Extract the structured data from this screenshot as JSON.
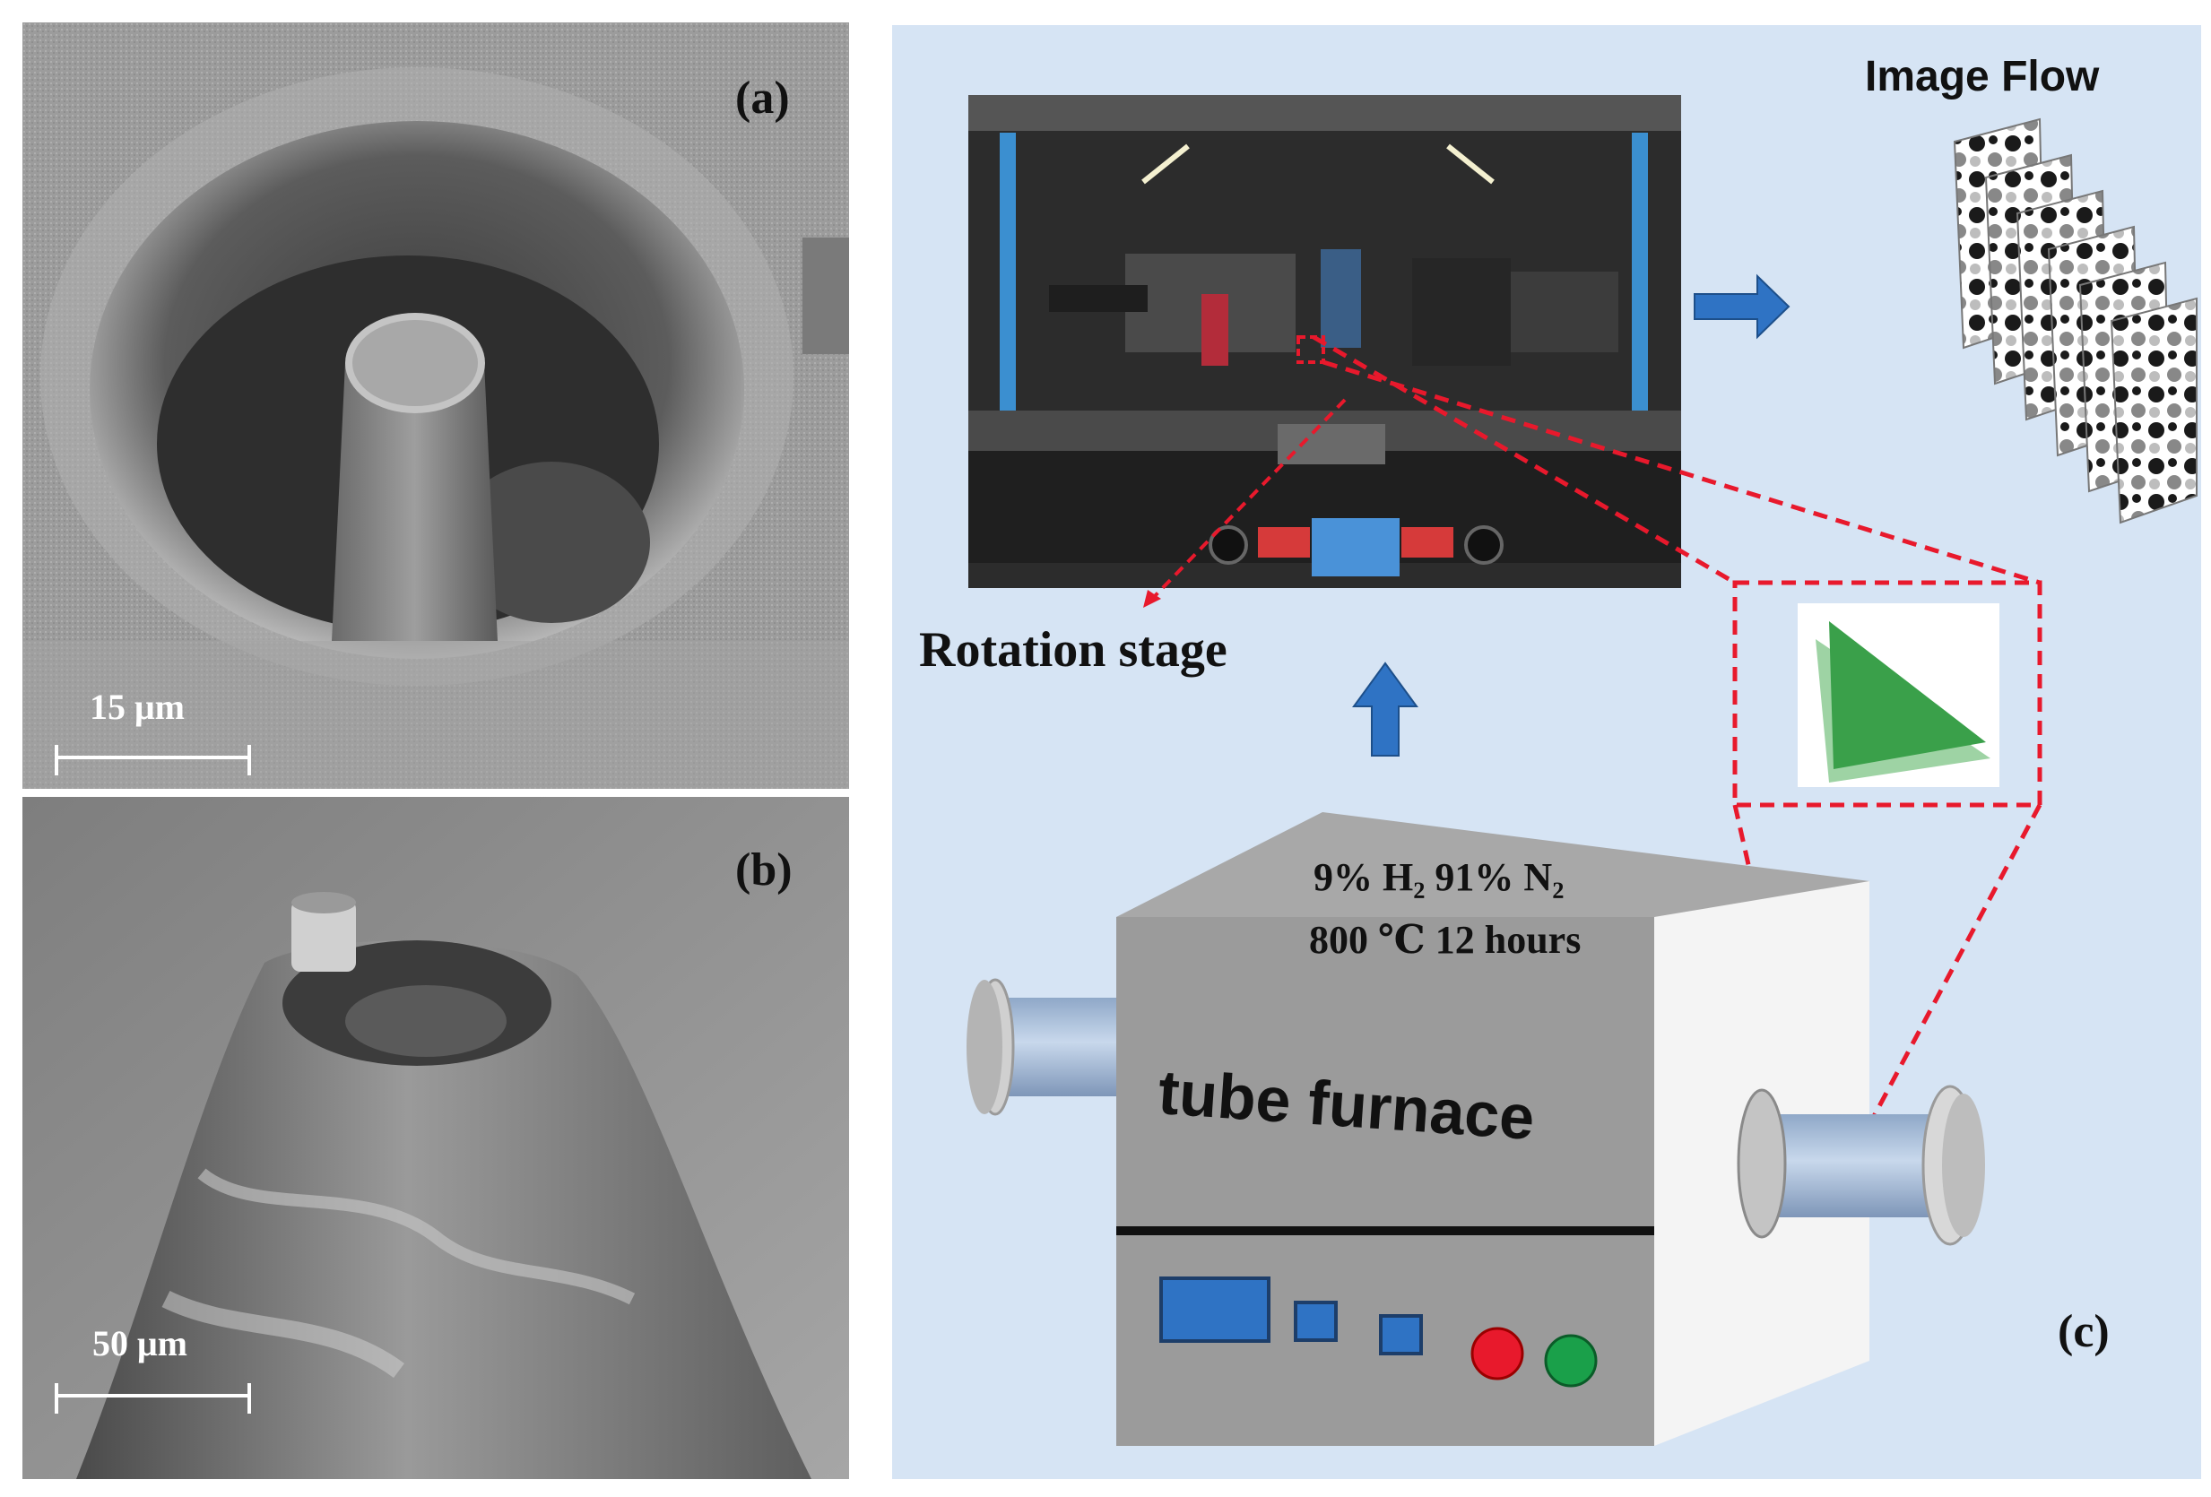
{
  "panel_a": {
    "label": "(a)",
    "scale_bar": "15 μm"
  },
  "panel_b": {
    "label": "(b)",
    "scale_bar": "50 μm"
  },
  "panel_c": {
    "label": "(c)",
    "image_flow_title": "Image Flow",
    "rotation_stage_label": "Rotation stage",
    "gas_line_1": "9% H₂ 91% N₂",
    "gas_line_2": "800 ℃ 12 hours",
    "furnace_label": "tube furnace"
  },
  "colors": {
    "panel_c_bg": "#d6e4f4",
    "arrow_blue": "#2f73c4",
    "dashed_red": "#e8192c",
    "sample_green": "#3aa04a",
    "button_red": "#e8192c",
    "button_green": "#1aa04a"
  }
}
